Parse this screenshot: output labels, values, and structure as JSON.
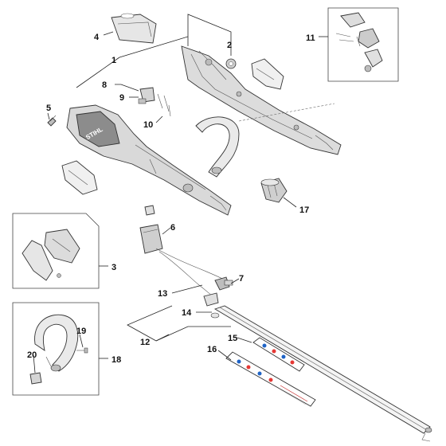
{
  "diagram": {
    "callouts": {
      "n1": "1",
      "n2": "2",
      "n3": "3",
      "n4": "4",
      "n5": "5",
      "n6": "6",
      "n7": "7",
      "n8": "8",
      "n9": "9",
      "n10": "10",
      "n11": "11",
      "n12": "12",
      "n13": "13",
      "n14": "14",
      "n15": "15",
      "n16": "16",
      "n17": "17",
      "n18": "18",
      "n19": "19",
      "n20": "20"
    },
    "logo_text": "STIHL",
    "colors": {
      "housing": "#d9d9d9",
      "housing_dark": "#8c8c8c",
      "part_light": "#f2f2f2",
      "label_stripe": "#e53935",
      "label_blue": "#1e63c6"
    }
  }
}
